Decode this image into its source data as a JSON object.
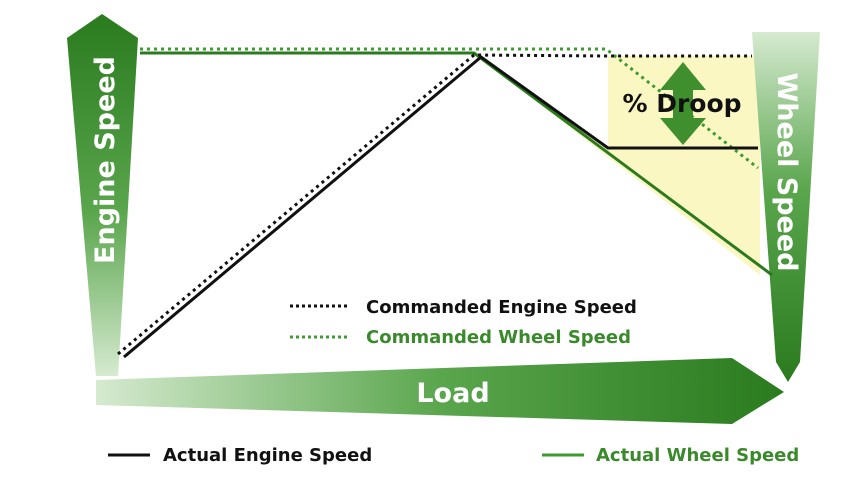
{
  "diagram": {
    "title": "Engine Speed vs Wheel Speed under Load (Droop)",
    "axes": {
      "y_left_label": "Engine Speed",
      "y_right_label": "Wheel Speed",
      "x_label": "Load"
    },
    "annotation": {
      "droop_label": "% Droop"
    },
    "legend": {
      "commanded_engine": "Commanded Engine Speed",
      "commanded_wheel": "Commanded Wheel Speed",
      "actual_engine": "Actual Engine Speed",
      "actual_wheel": "Actual Wheel Speed"
    },
    "colors": {
      "dark_green": "#2a7a1e",
      "mid_green": "#3f9a33",
      "light_green": "#cfe6c8",
      "droop_fill": "#fbf7c2",
      "black": "#111111",
      "white": "#ffffff"
    }
  }
}
